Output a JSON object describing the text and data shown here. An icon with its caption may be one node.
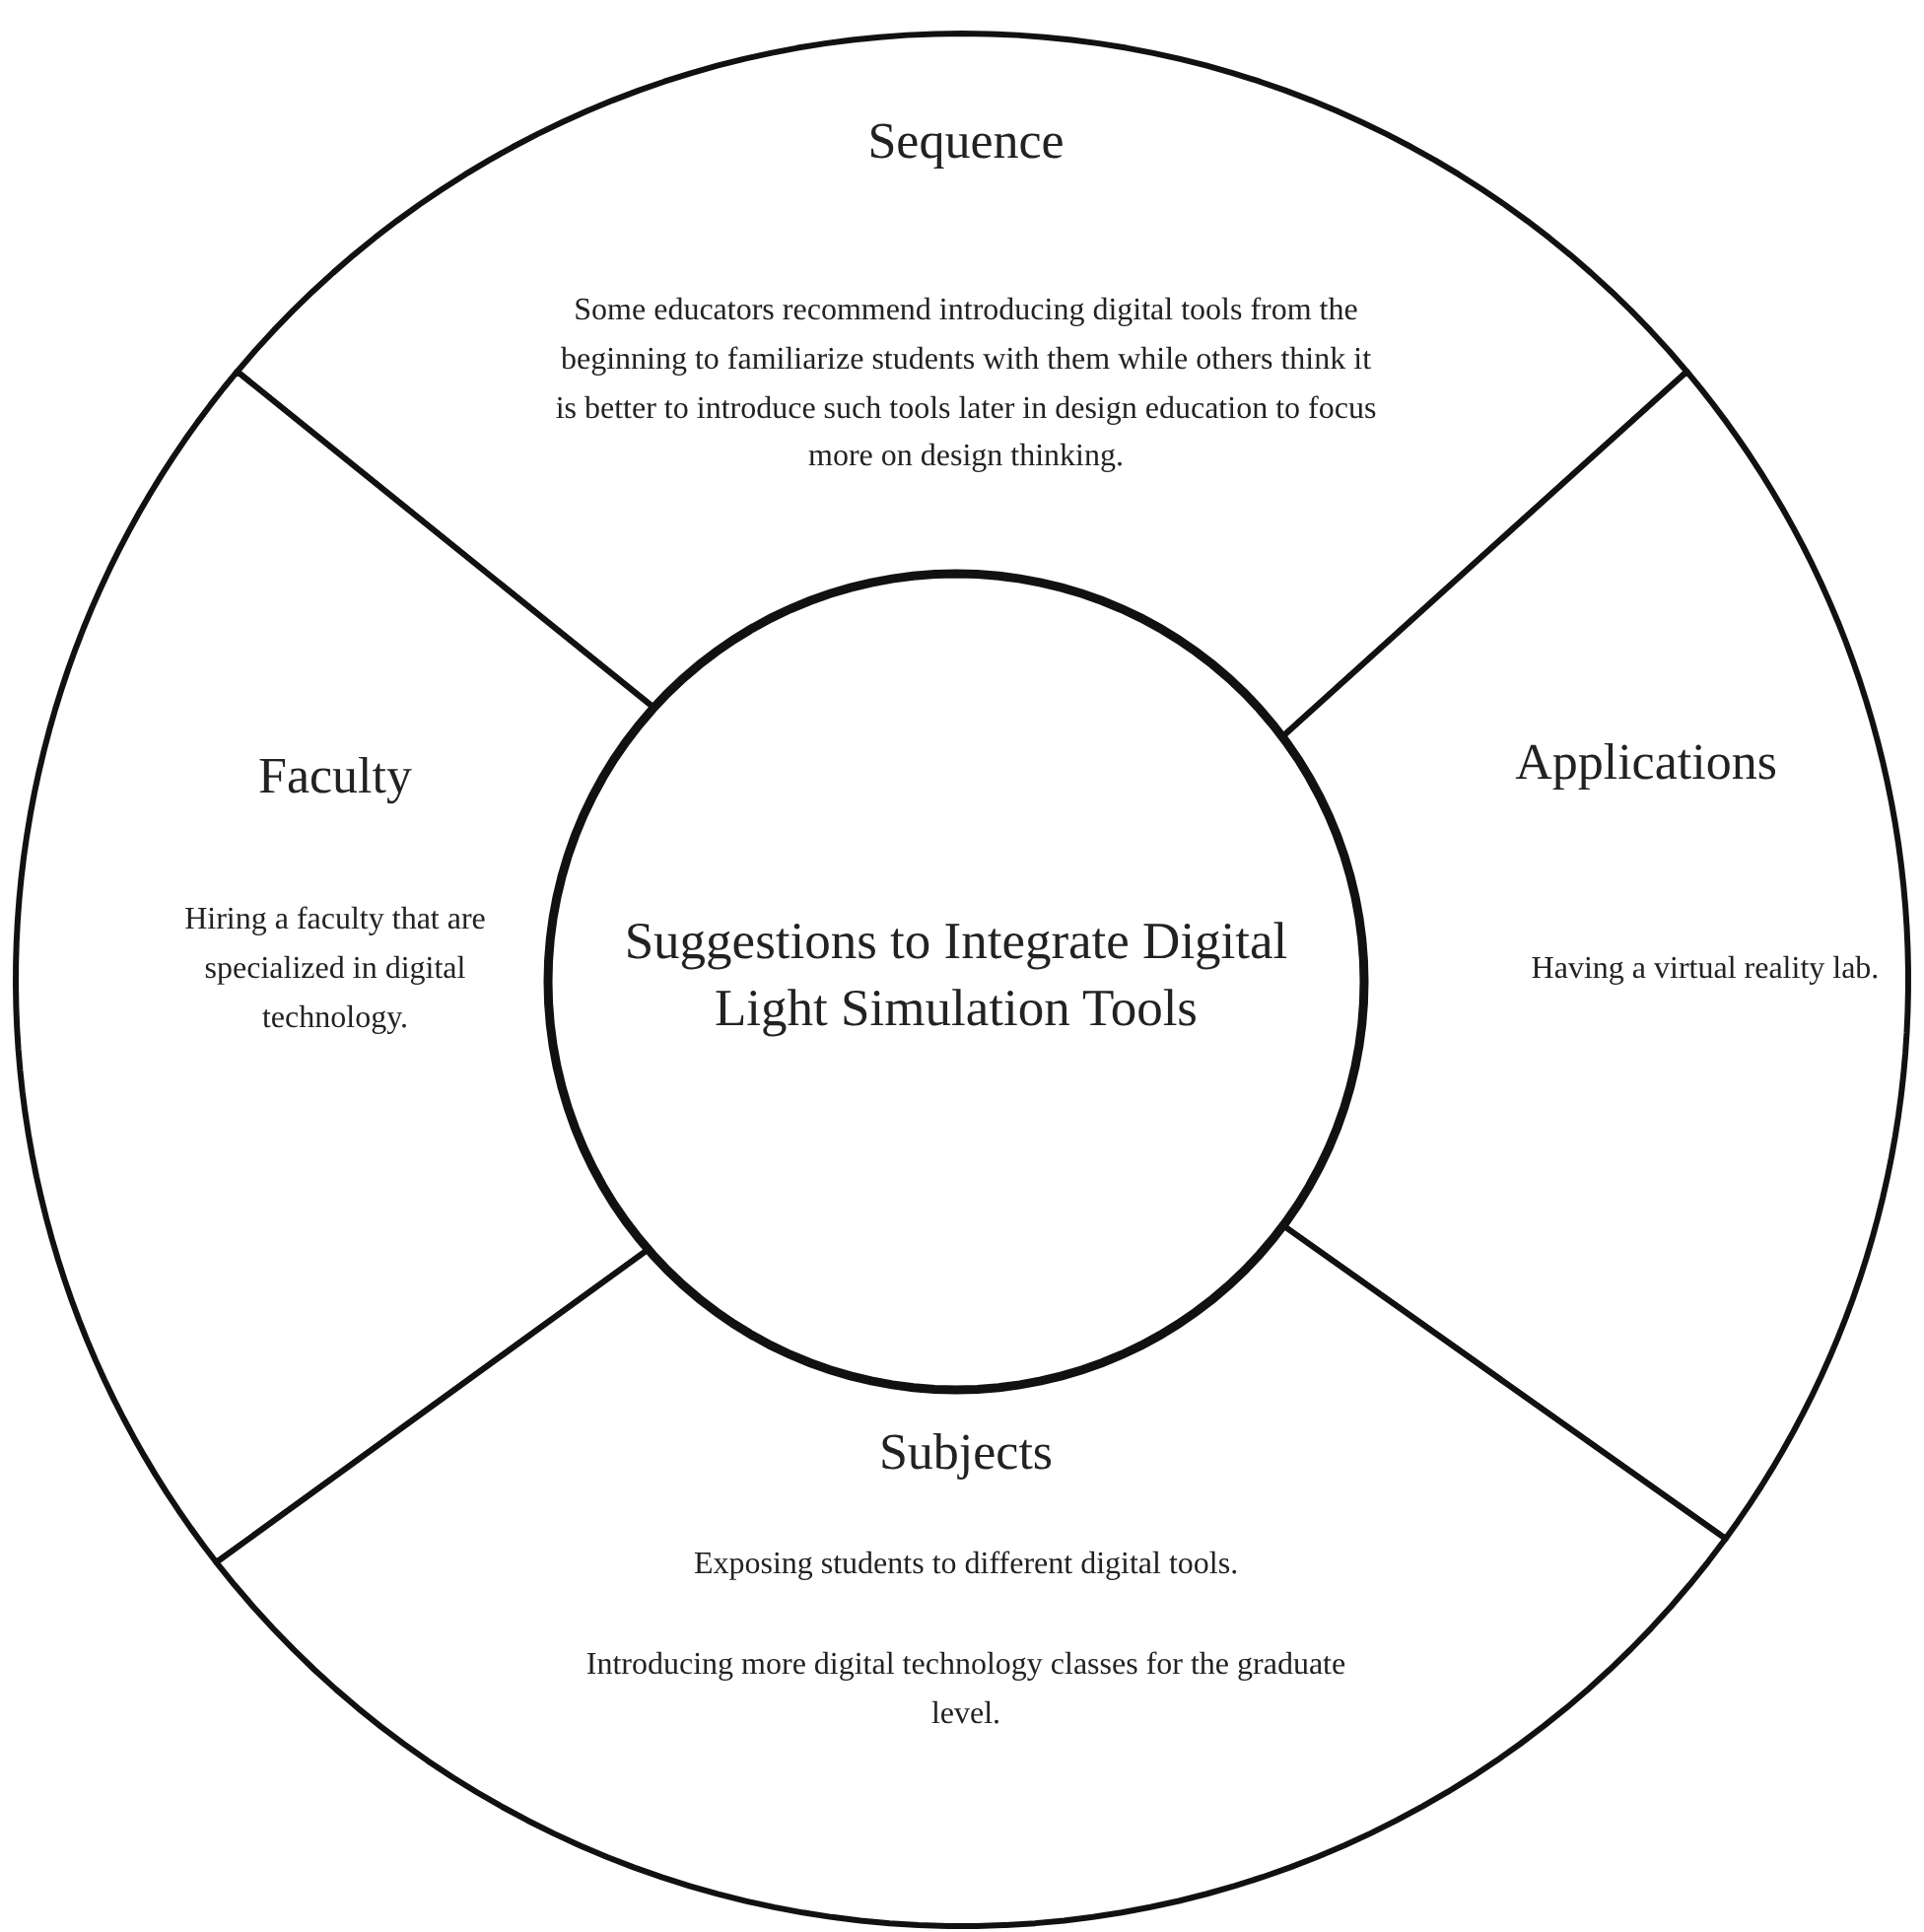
{
  "diagram": {
    "nodes": [
      {
        "text": [
          "Sequence",
          "Some educators recommend introducing digital tools from the beginning to familiarize students with them while others think it is better to introduce such tools later in design education to focus more on design thinking."
        ]
      },
      {
        "text": [
          "Faculty",
          "Hiring a faculty that are specialized in digital technology."
        ]
      },
      {
        "text": [
          "Suggestions to Integrate Digital Light Simulation Tools"
        ]
      },
      {
        "text": [
          "Applications",
          "Having a virtual reality lab."
        ]
      },
      {
        "text": [
          "Subjects",
          "Exposing students to different digital tools.",
          "Introducing more digital technology classes for the graduate level."
        ]
      }
    ]
  }
}
